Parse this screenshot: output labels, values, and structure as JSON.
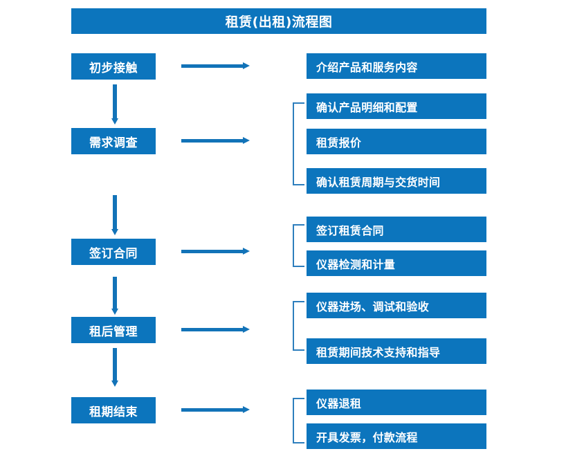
{
  "diagram": {
    "title": "租赁(出租)流程图",
    "theme_color": "#0c75bd",
    "arrow_color": "#1273b8",
    "bracket_color": "#2d7ebd",
    "stages": [
      {
        "id": "initial-contact",
        "label": "初步接触",
        "details": [
          "介绍产品和服务内容"
        ],
        "bracketed": false
      },
      {
        "id": "demand-survey",
        "label": "需求调查",
        "details": [
          "确认产品明细和配置",
          "租赁报价",
          "确认租赁周期与交货时间"
        ],
        "bracketed": true
      },
      {
        "id": "sign-contract",
        "label": "签订合同",
        "details": [
          "签订租赁合同",
          "仪器检测和计量"
        ],
        "bracketed": true
      },
      {
        "id": "post-lease-management",
        "label": "租后管理",
        "details": [
          "仪器进场、调试和验收",
          "租赁期间技术支持和指导"
        ],
        "bracketed": true
      },
      {
        "id": "lease-end",
        "label": "租期结束",
        "details": [
          "仪器退租",
          "开具发票，付款流程"
        ],
        "bracketed": true
      }
    ]
  }
}
